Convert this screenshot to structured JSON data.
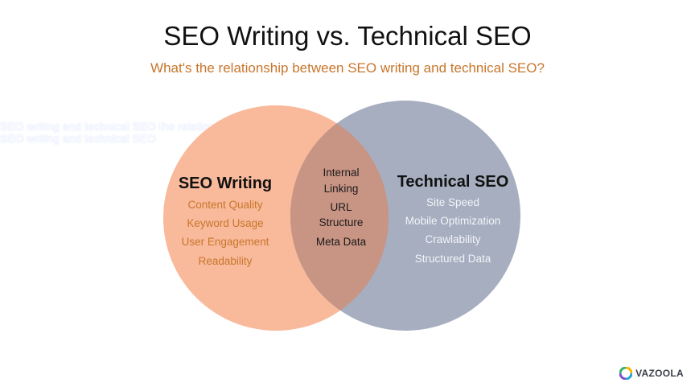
{
  "title": "SEO Writing vs. Technical SEO",
  "subtitle": "What's the relationship between SEO writing and technical SEO?",
  "ghost_text": {
    "line1": "SEO writing and technical SEO the relationship betwe",
    "line2": "SEO writing and technical SEO"
  },
  "left": {
    "heading": "SEO Writing",
    "items": [
      "Content Quality",
      "Keyword Usage",
      "User Engagement",
      "Readability"
    ],
    "color": "#f9b99b"
  },
  "right": {
    "heading": "Technical SEO",
    "items": [
      "Site Speed",
      "Mobile Optimization",
      "Crawlability",
      "Structured Data"
    ],
    "color": "#a6aebf"
  },
  "overlap": {
    "items": [
      "Internal",
      "Linking",
      "URL",
      "Structure",
      "Meta Data"
    ],
    "color": "#c89484"
  },
  "brand": {
    "name": "VAZOOLA",
    "icon": "vazoola-logo-icon"
  }
}
